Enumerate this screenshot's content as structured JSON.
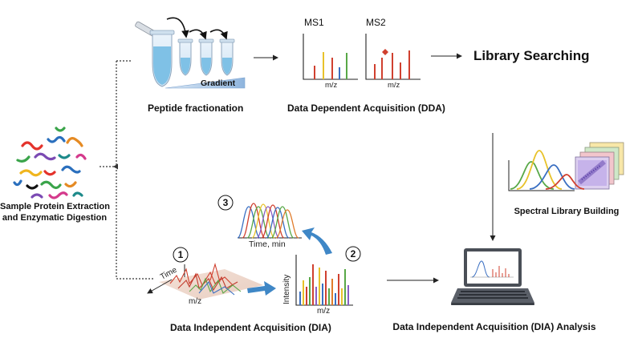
{
  "labels": {
    "peptide_fractionation": "Peptide fractionation",
    "gradient": "Gradient",
    "ms1": "MS1",
    "ms2": "MS2",
    "mz": "m/z",
    "dda": "Data Dependent Acquisition (DDA)",
    "library_searching": "Library Searching",
    "sample_line1": "Sample Protein Extraction",
    "sample_line2": "and Enzymatic Digestion",
    "spectral_library": "Spectral Library Building",
    "time_min": "Time, min",
    "time": "Time",
    "intensity": "Intensity",
    "dia": "Data Independent Acquisition (DIA)",
    "dia_analysis": "Data Independent Acquisition (DIA) Analysis"
  },
  "steps": [
    "1",
    "2",
    "3"
  ],
  "colors": {
    "tube_liquid": "#7fc1e6",
    "gradient_fill": "#a9c8e8",
    "arrow_blue": "#3f87c6",
    "peak_red": "#d0402f",
    "peak_yellow": "#e8c22a",
    "peak_blue": "#3a6fc2",
    "peak_green": "#58a847",
    "peak_purple": "#8a5fc4",
    "peak_orange": "#e07b2a"
  }
}
